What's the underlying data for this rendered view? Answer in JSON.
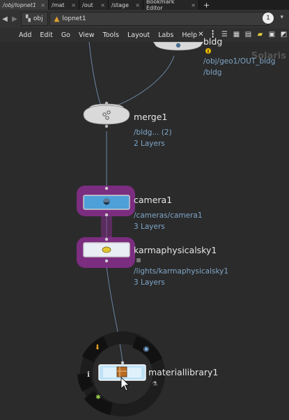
{
  "tabs": [
    {
      "label": "/obj/lopnet1",
      "active": true
    },
    {
      "label": "/mat",
      "active": false
    },
    {
      "label": "/out",
      "active": false
    },
    {
      "label": "/stage",
      "active": false
    },
    {
      "label": "Bookmark Editor",
      "active": false
    }
  ],
  "tab_close": "×",
  "tab_add": "+",
  "path": {
    "root": "obj",
    "current": "lopnet1",
    "zoom": "1"
  },
  "menu": [
    "Add",
    "Edit",
    "Go",
    "View",
    "Tools",
    "Layout",
    "Labs",
    "Help"
  ],
  "context_label": "Solaris",
  "nodes": {
    "bldg": {
      "name": "bldg",
      "lines": [
        "/obj/geo1/OUT_bldg",
        "/bldg"
      ]
    },
    "merge": {
      "name": "merge1",
      "lines": [
        "/bldg... (2)",
        "2 Layers"
      ]
    },
    "camera": {
      "name": "camera1",
      "lines": [
        "/cameras/camera1",
        "3 Layers"
      ]
    },
    "sky": {
      "name": "karmaphysicalsky1",
      "lines": [
        "/lights/karmaphysicalsky1",
        "3 Layers"
      ]
    },
    "matlib": {
      "name": "materiallibrary1"
    }
  },
  "colors": {
    "purple": "#8a2e8e",
    "blue_node": "#4ea0d8",
    "info_text": "#7fa6c8",
    "wire": "#6b86a6"
  }
}
